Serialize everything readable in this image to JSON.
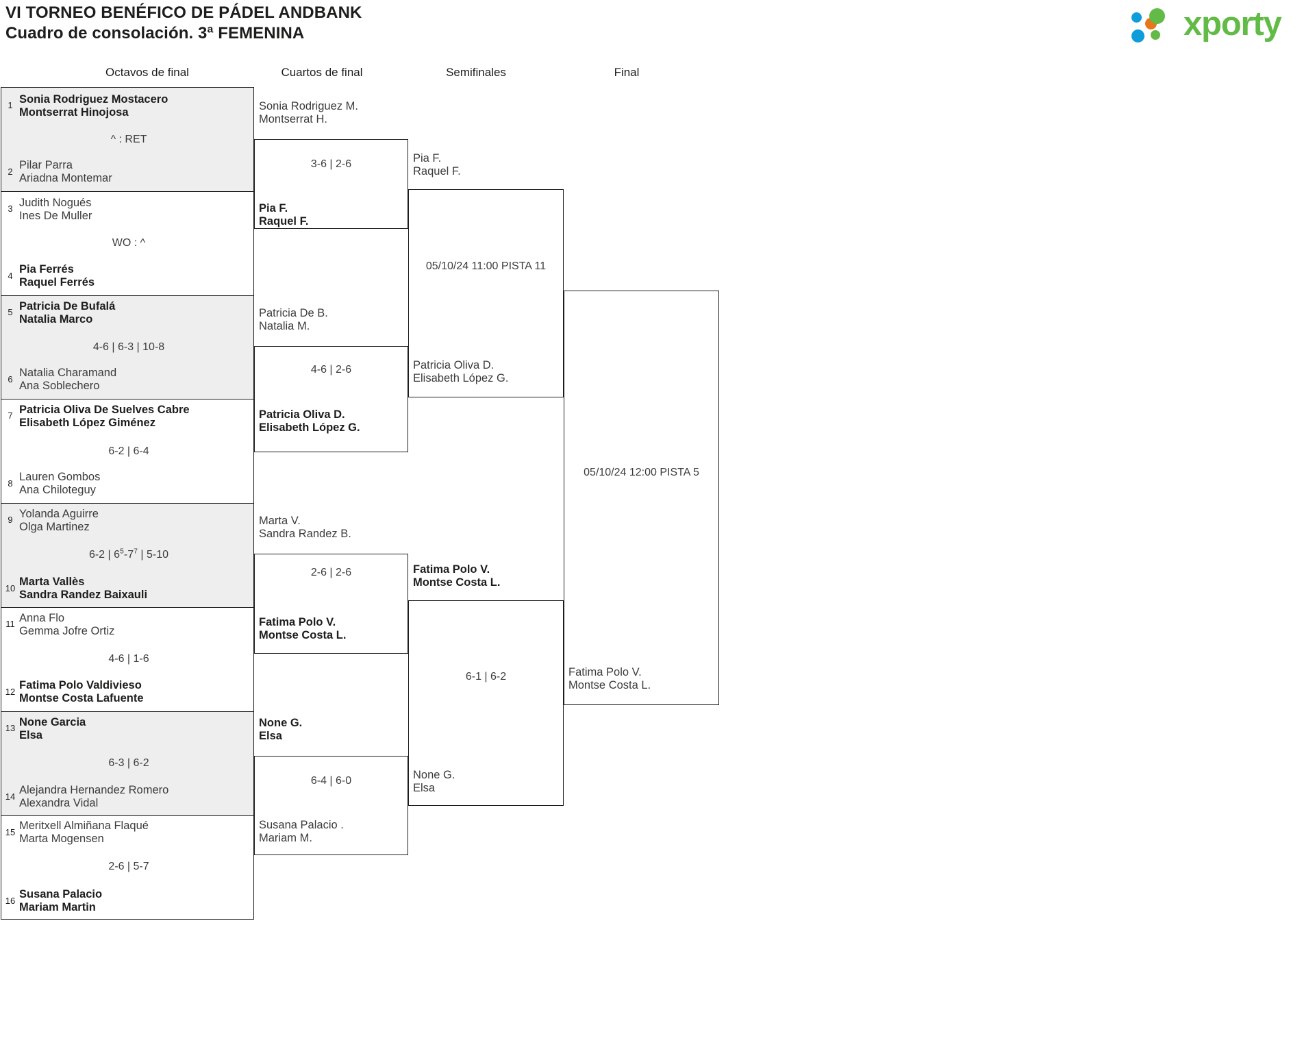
{
  "header": {
    "title_line1": "VI TORNEO BENÉFICO DE PÁDEL ANDBANK",
    "title_line2": "Cuadro de consolación. 3ª FEMENINA",
    "logo_text": "xporty",
    "logo_colors": {
      "green": "#62bb46",
      "orange": "#e8761a",
      "blue": "#0d9ddb"
    }
  },
  "columns": [
    {
      "label": "Octavos de final"
    },
    {
      "label": "Cuartos de final"
    },
    {
      "label": "Semifinales"
    },
    {
      "label": "Final"
    }
  ],
  "round1": [
    {
      "seed_top": "1",
      "top_line1": "Sonia Rodriguez Mostacero",
      "top_line2": "Montserrat Hinojosa",
      "top_winner": true,
      "score": "^ : RET",
      "seed_bottom": "2",
      "bottom_line1": "Pilar Parra",
      "bottom_line2": "Ariadna Montemar",
      "bottom_winner": false
    },
    {
      "seed_top": "3",
      "top_line1": "Judith Nogués",
      "top_line2": "Ines De Muller",
      "top_winner": false,
      "score": "WO : ^",
      "seed_bottom": "4",
      "bottom_line1": "Pia Ferrés",
      "bottom_line2": "Raquel Ferrés",
      "bottom_winner": true
    },
    {
      "seed_top": "5",
      "top_line1": "Patricia De Bufalá",
      "top_line2": "Natalia Marco",
      "top_winner": true,
      "score": "4-6 | 6-3 | 10-8",
      "seed_bottom": "6",
      "bottom_line1": "Natalia Charamand",
      "bottom_line2": "Ana Soblechero",
      "bottom_winner": false
    },
    {
      "seed_top": "7",
      "top_line1": "Patricia Oliva De Suelves Cabre",
      "top_line2": "Elisabeth López Giménez",
      "top_winner": true,
      "score": "6-2 | 6-4",
      "seed_bottom": "8",
      "bottom_line1": "Lauren Gombos",
      "bottom_line2": "Ana Chiloteguy",
      "bottom_winner": false
    },
    {
      "seed_top": "9",
      "top_line1": "Yolanda Aguirre",
      "top_line2": "Olga Martinez",
      "top_winner": false,
      "score": "6-2 | 6<sup>5</sup>-7<sup>7</sup> | 5-10",
      "seed_bottom": "10",
      "bottom_line1": "Marta Vallès",
      "bottom_line2": "Sandra Randez Baixauli",
      "bottom_winner": true
    },
    {
      "seed_top": "11",
      "top_line1": "Anna Flo",
      "top_line2": "Gemma Jofre Ortiz",
      "top_winner": false,
      "score": "4-6 | 1-6",
      "seed_bottom": "12",
      "bottom_line1": "Fatima Polo Valdivieso",
      "bottom_line2": "Montse Costa Lafuente",
      "bottom_winner": true
    },
    {
      "seed_top": "13",
      "top_line1": "None Garcia",
      "top_line2": "Elsa",
      "top_winner": true,
      "score": "6-3 | 6-2",
      "seed_bottom": "14",
      "bottom_line1": "Alejandra Hernandez Romero",
      "bottom_line2": "Alexandra Vidal",
      "bottom_winner": false
    },
    {
      "seed_top": "15",
      "top_line1": "Meritxell Almiñana Flaqué",
      "top_line2": "Marta Mogensen",
      "top_winner": false,
      "score": "2-6 | 5-7",
      "seed_bottom": "16",
      "bottom_line1": "Susana Palacio",
      "bottom_line2": "Mariam Martin",
      "bottom_winner": true
    }
  ],
  "round2": [
    {
      "top_line1": "Sonia Rodriguez M.",
      "top_line2": "Montserrat H.",
      "top_winner": false,
      "score": "3-6 | 2-6",
      "bottom_line1": "Pia F.",
      "bottom_line2": "Raquel F.",
      "bottom_winner": true
    },
    {
      "top_line1": "Patricia De B.",
      "top_line2": "Natalia M.",
      "top_winner": false,
      "score": "4-6 | 2-6",
      "bottom_line1": "Patricia Oliva D.",
      "bottom_line2": "Elisabeth López G.",
      "bottom_winner": true
    },
    {
      "top_line1": "Marta V.",
      "top_line2": "Sandra Randez B.",
      "top_winner": false,
      "score": "2-6 | 2-6",
      "bottom_line1": "Fatima Polo V.",
      "bottom_line2": "Montse Costa L.",
      "bottom_winner": true
    },
    {
      "top_line1": "None G.",
      "top_line2": "Elsa",
      "top_winner": true,
      "score": "6-4 | 6-0",
      "bottom_line1": "Susana Palacio .",
      "bottom_line2": "Mariam M.",
      "bottom_winner": false
    }
  ],
  "round3": [
    {
      "top_line1": "Pia F.",
      "top_line2": "Raquel F.",
      "top_winner": false,
      "score": "05/10/24 11:00 PISTA 11",
      "score_is_schedule": true,
      "bottom_line1": "Patricia Oliva D.",
      "bottom_line2": "Elisabeth López G.",
      "bottom_winner": false
    },
    {
      "top_line1": "Fatima Polo V.",
      "top_line2": "Montse Costa L.",
      "top_winner": true,
      "score": "6-1 | 6-2",
      "score_is_schedule": false,
      "bottom_line1": "None G.",
      "bottom_line2": "Elsa",
      "bottom_winner": false
    }
  ],
  "round4": [
    {
      "top_line1": "",
      "top_line2": "",
      "top_winner": false,
      "score": "05/10/24 12:00 PISTA 5",
      "score_is_schedule": true,
      "bottom_line1": "Fatima Polo V.",
      "bottom_line2": "Montse Costa L.",
      "bottom_winner": false
    }
  ]
}
